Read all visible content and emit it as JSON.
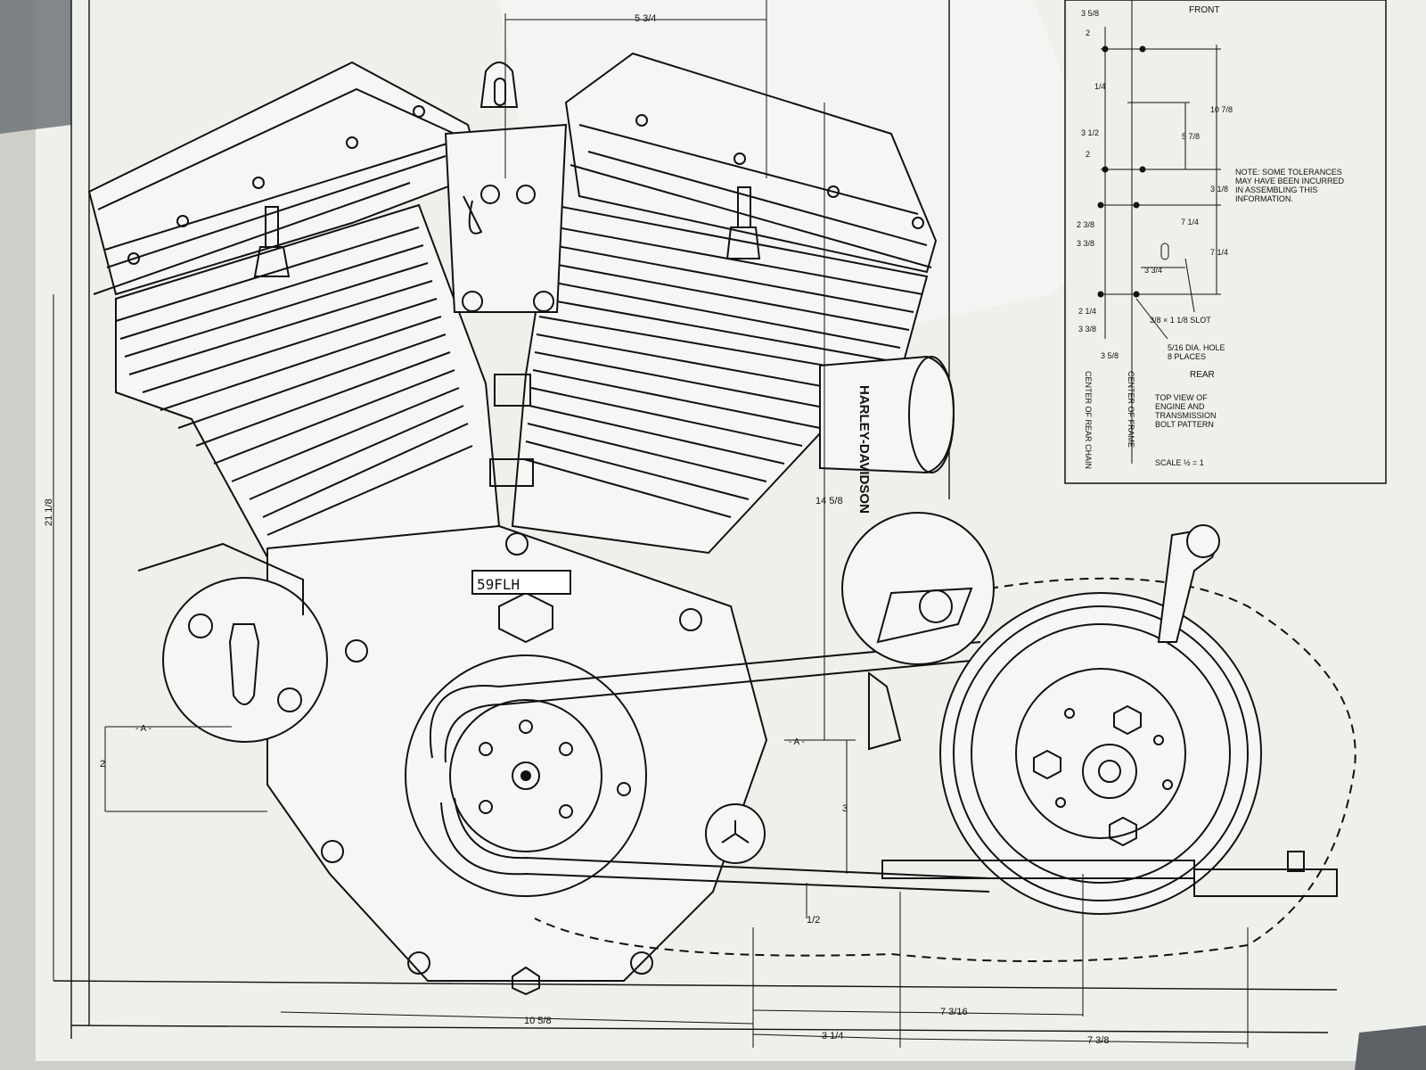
{
  "inset": {
    "front": "FRONT",
    "rear": "REAR",
    "note": [
      "NOTE: SOME TOLERANCES",
      "MAY HAVE BEEN INCURRED",
      "IN ASSEMBLING THIS",
      "INFORMATION."
    ],
    "slot": "3/8 × 1 1/8 SLOT",
    "hole": [
      "5/16 DIA. HOLE",
      "8 PLACES"
    ],
    "view_title": [
      "TOP VIEW OF",
      "ENGINE AND",
      "TRANSMISSION",
      "BOLT PATTERN"
    ],
    "scale": "SCALE  ½ = 1",
    "center_rear_chain": "CENTER OF REAR CHAIN",
    "center_frame": "CENTER OF FRAME",
    "dims_left": [
      "3 5/8",
      "2",
      "3 1/2",
      "2",
      "2 3/8",
      "3 3/8",
      "2 1/4",
      "3 3/8",
      "3 5/8"
    ],
    "dims_right": [
      "10 7/8",
      "5 7/8",
      "3 1/8",
      "7 1/4",
      "7 1/4"
    ],
    "dim_small": [
      "1/4",
      "3 3/4"
    ]
  },
  "engine": {
    "model_plate": "59FLH",
    "brand_side": "HARLEY-DAVIDSON",
    "section_markers": [
      "- A -",
      "- A -"
    ]
  },
  "dimensions": {
    "top_width": "5 3/4",
    "left_height": "21 1/8",
    "center_height": "14 5/8",
    "left_small": "2",
    "center_small": "3",
    "bottom_small": "1/2",
    "bottom_left": "10 5/8",
    "bottom_mid": "3 1/4",
    "bottom_right_upper": "7 3/16",
    "bottom_right_lower": "7 3/8"
  },
  "colors": {
    "paper": "#eef0ec",
    "ink": "#111111",
    "wall": "#cfcfca",
    "tape": "#6f7478"
  }
}
